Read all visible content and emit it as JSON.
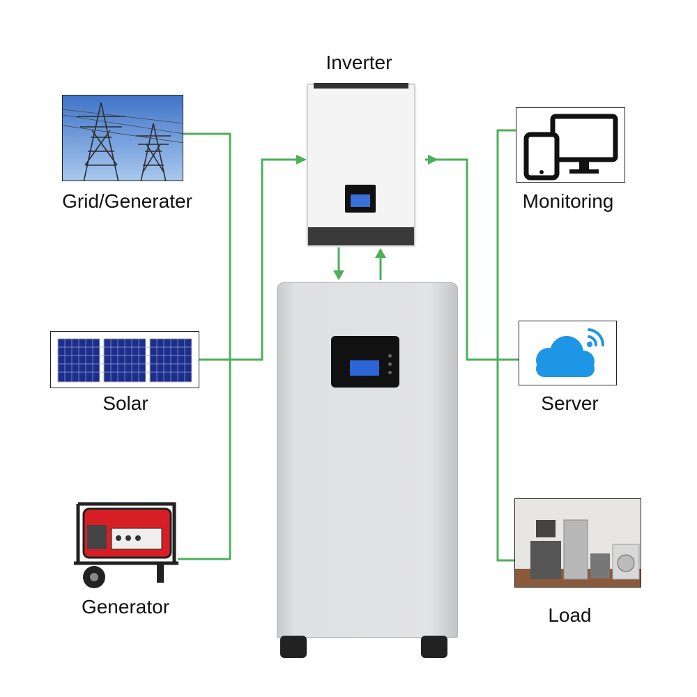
{
  "labels": {
    "inverter": "Inverter",
    "grid": "Grid/Generater",
    "solar": "Solar",
    "generator": "Generator",
    "monitoring": "Monitoring",
    "server": "Server",
    "load": "Load"
  },
  "colors": {
    "line": "#4caf5a",
    "cloud": "#1e96e6",
    "sky": "#5b8fd6",
    "generator_red": "#d81e25",
    "battery": "#d9dadc",
    "inverter_bar": "#3a3a3a"
  }
}
